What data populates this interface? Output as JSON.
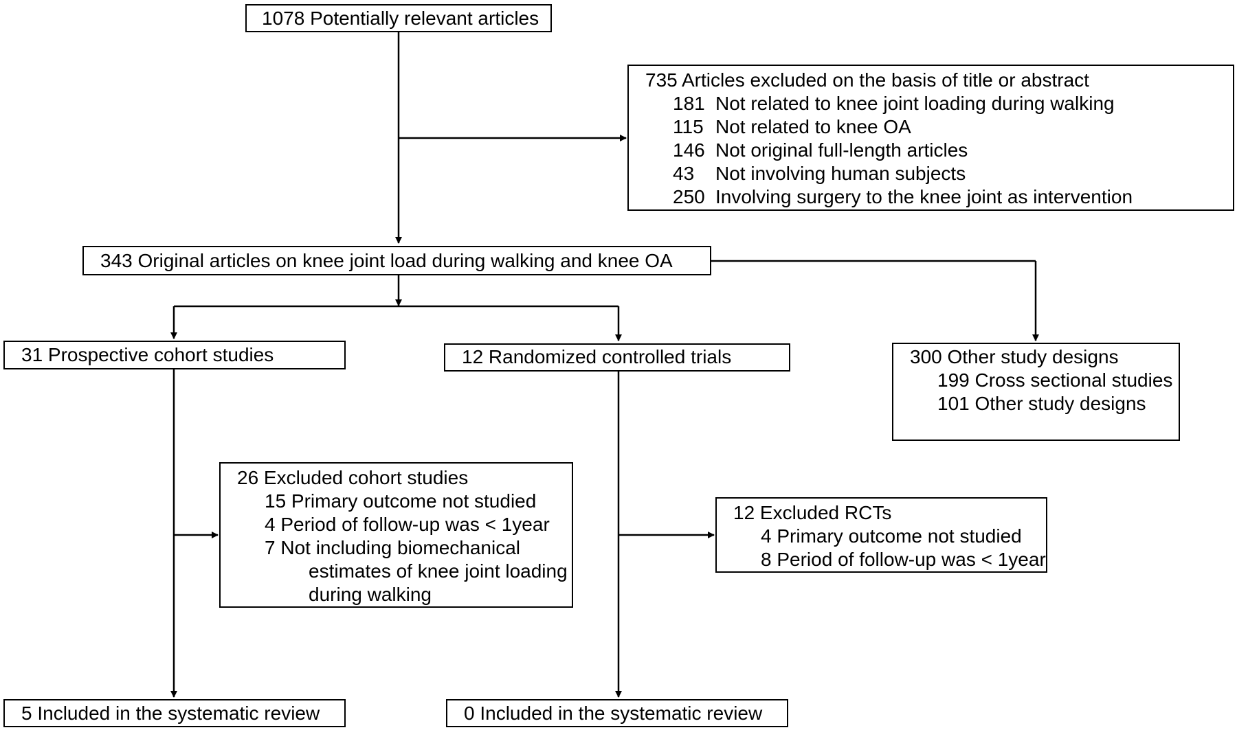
{
  "boxes": {
    "potential": {
      "text": "1078 Potentially relevant articles"
    },
    "excluded_title": {
      "header": "735 Articles excluded on the basis of title or abstract",
      "items": [
        {
          "count": "181",
          "label": "Not related to knee joint loading during walking"
        },
        {
          "count": "115",
          "label": "Not related to knee OA"
        },
        {
          "count": "146",
          "label": "Not original full-length articles"
        },
        {
          "count": "43",
          "label": "Not involving human subjects"
        },
        {
          "count": "250",
          "label": "Involving surgery to the knee joint as intervention"
        }
      ]
    },
    "original": {
      "text": "343 Original articles on knee joint load during walking and knee OA"
    },
    "cohort": {
      "text": "31 Prospective cohort studies"
    },
    "rct": {
      "text": "12 Randomized controlled trials"
    },
    "other_designs": {
      "header": "300 Other study designs",
      "items": [
        "199 Cross sectional studies",
        "101 Other study designs"
      ]
    },
    "excluded_cohort": {
      "header": "26 Excluded cohort studies",
      "items": [
        "15 Primary outcome not studied",
        "4 Period of follow-up was < 1year",
        "7 Not including biomechanical"
      ],
      "continuation": [
        "estimates of knee joint loading",
        "during walking"
      ]
    },
    "excluded_rct": {
      "header": "12 Excluded RCTs",
      "items": [
        "4 Primary outcome not studied",
        "8 Period of follow-up was < 1year"
      ]
    },
    "included_cohort": {
      "text": "5 Included in the systematic review"
    },
    "included_rct": {
      "text": "0 Included in the systematic review"
    }
  }
}
